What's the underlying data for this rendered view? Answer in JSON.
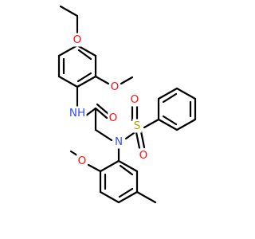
{
  "molecule": {
    "labels": {
      "o_top": "O",
      "o_mid_ortho": "O",
      "nh": "NH",
      "o_carbonyl": "O",
      "s": "S",
      "o_s_upper": "O",
      "o_s_lower": "O",
      "n": "N",
      "o_lower_ortho": "O"
    },
    "colors": {
      "bond": "#000000",
      "oxygen": "#ff0d0d",
      "nitrogen": "#3050f8",
      "sulfur": "#b8a400",
      "hydrogen_n": "#3050f8"
    }
  }
}
